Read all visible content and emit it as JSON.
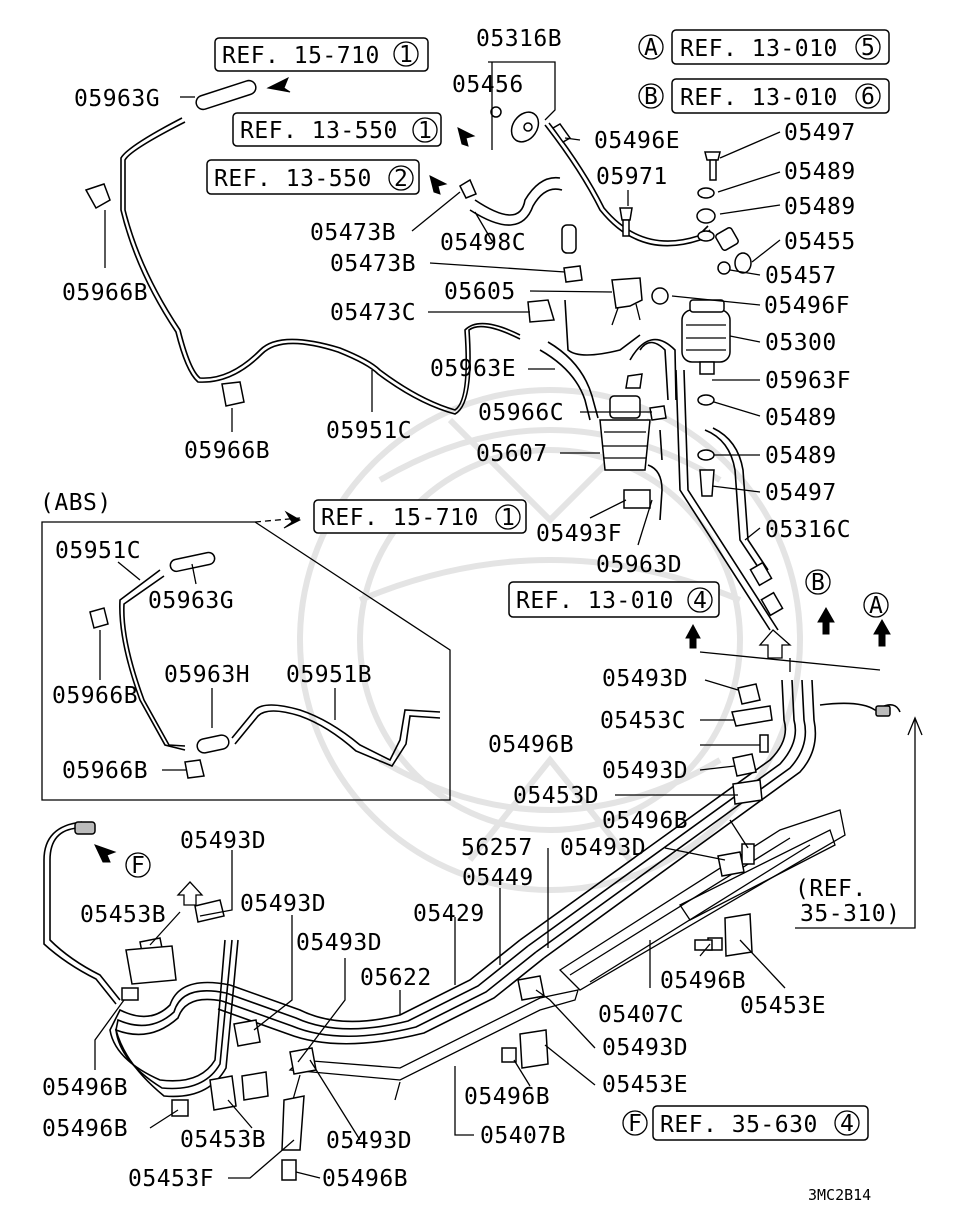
{
  "drawing_id": "3MC2B14",
  "abs_title": "(ABS)",
  "refs": {
    "r15710_top": {
      "text": "REF. 15-710",
      "num": "1"
    },
    "r13550_1": {
      "text": "REF. 13-550",
      "num": "1"
    },
    "r13550_2": {
      "text": "REF. 13-550",
      "num": "2"
    },
    "rA": {
      "letter": "A",
      "text": "REF. 13-010",
      "num": "5"
    },
    "rB": {
      "letter": "B",
      "text": "REF. 13-010",
      "num": "6"
    },
    "r15710_abs": {
      "text": "REF. 15-710",
      "num": "1"
    },
    "r13010_4": {
      "text": "REF. 13-010",
      "num": "4"
    },
    "rF": {
      "letter": "F",
      "text": "REF. 35-630",
      "num": "4"
    },
    "r35310_line1": "(REF.",
    "r35310_line2": "35-310)"
  },
  "markers": {
    "A": "A",
    "B": "B",
    "F": "F"
  },
  "parts": {
    "p05316B": "05316B",
    "p05456": "05456",
    "p05963G": "05963G",
    "p05496E": "05496E",
    "p05497a": "05497",
    "p05489a": "05489",
    "p05489b": "05489",
    "p05971": "05971",
    "p05473Ba": "05473B",
    "p05498C": "05498C",
    "p05455": "05455",
    "p05473Bb": "05473B",
    "p05457": "05457",
    "p05605": "05605",
    "p05496F": "05496F",
    "p05966Ba": "05966B",
    "p05473C": "05473C",
    "p05300": "05300",
    "p05963E": "05963E",
    "p05963F": "05963F",
    "p05966Bb": "05966B",
    "p05951C": "05951C",
    "p05966C": "05966C",
    "p05489c": "05489",
    "p05607": "05607",
    "p05489d": "05489",
    "p05497b": "05497",
    "p05493F": "05493F",
    "p05316C": "05316C",
    "p05963D": "05963D",
    "abs05951C": "05951C",
    "abs05963G": "05963G",
    "abs05966Ba": "05966B",
    "abs05963H": "05963H",
    "abs05951B": "05951B",
    "abs05966Bb": "05966B",
    "p05493Da": "05493D",
    "p05453C": "05453C",
    "p05496Ba": "05496B",
    "p05493Db": "05493D",
    "p05453D": "05453D",
    "p05496Bb": "05496B",
    "p56257": "56257",
    "p05493Dc": "05493D",
    "p05449": "05449",
    "p05429": "05429",
    "p05622": "05622",
    "p05493Dd": "05493D",
    "p05493De": "05493D",
    "p05493Df": "05493D",
    "p05453Ba": "05453B",
    "p05496Bc": "05496B",
    "p05496Bd": "05496B",
    "p05453Bb": "05453B",
    "p05453F": "05453F",
    "p05496Be": "05496B",
    "p05493Dg": "05493D",
    "p05407C": "05407C",
    "p05496Bf": "05496B",
    "p05453Ea": "05453E",
    "p05493Dh": "05493D",
    "p05496Bg": "05496B",
    "p05453Eb": "05453E",
    "p05407B": "05407B"
  }
}
